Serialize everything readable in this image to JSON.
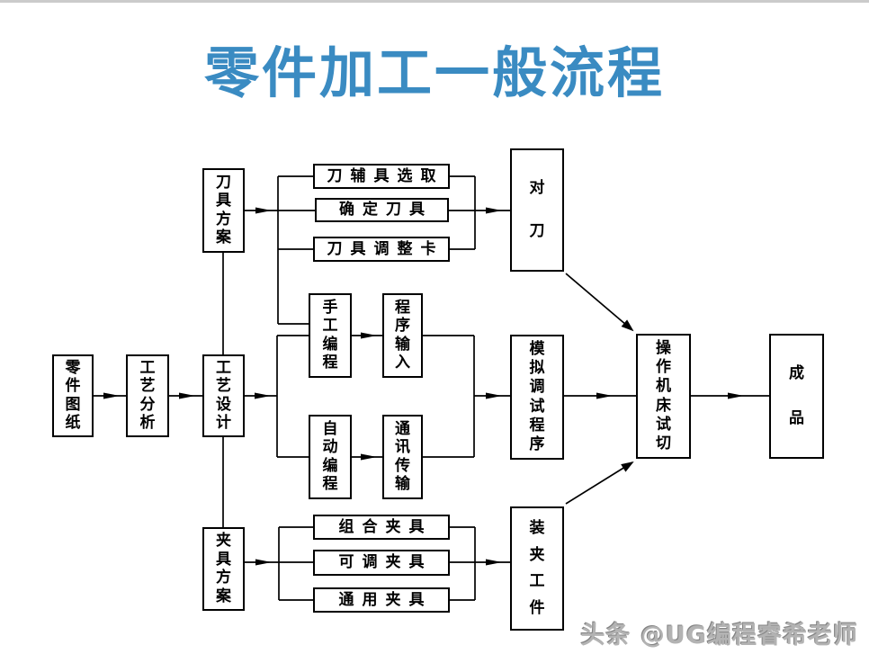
{
  "page": {
    "title": "零件加工一般流程",
    "watermark": "头条 @UG编程睿希老师",
    "colors": {
      "title": "#3a8bc2",
      "line": "#000000",
      "box_border": "#000000",
      "watermark": "#b3b3b3",
      "top_border": "#cbcbcb",
      "background": "#ffffff"
    }
  },
  "nodes": {
    "part_drawing": "零件图纸",
    "process_analysis": "工艺分析",
    "process_design": "工艺设计",
    "tool_plan": "刀具方案",
    "tool_accessory_pick": "刀辅具选取",
    "confirm_tool": "确定刀具",
    "tool_adjust_card": "刀具调整卡",
    "tool_setting": "对刀",
    "manual_programming": "手工编程",
    "program_input": "程序输入",
    "auto_programming": "自动编程",
    "comm_transfer": "通讯传输",
    "simulate_debug": "模拟调试程序",
    "machine_trial_cut": "操作机床试切",
    "finished_product": "成品",
    "fixture_plan": "夹具方案",
    "combined_fixture": "组合夹具",
    "adjustable_fixture": "可调夹具",
    "universal_fixture": "通用夹具",
    "clamp_workpiece": "装夹工件"
  }
}
